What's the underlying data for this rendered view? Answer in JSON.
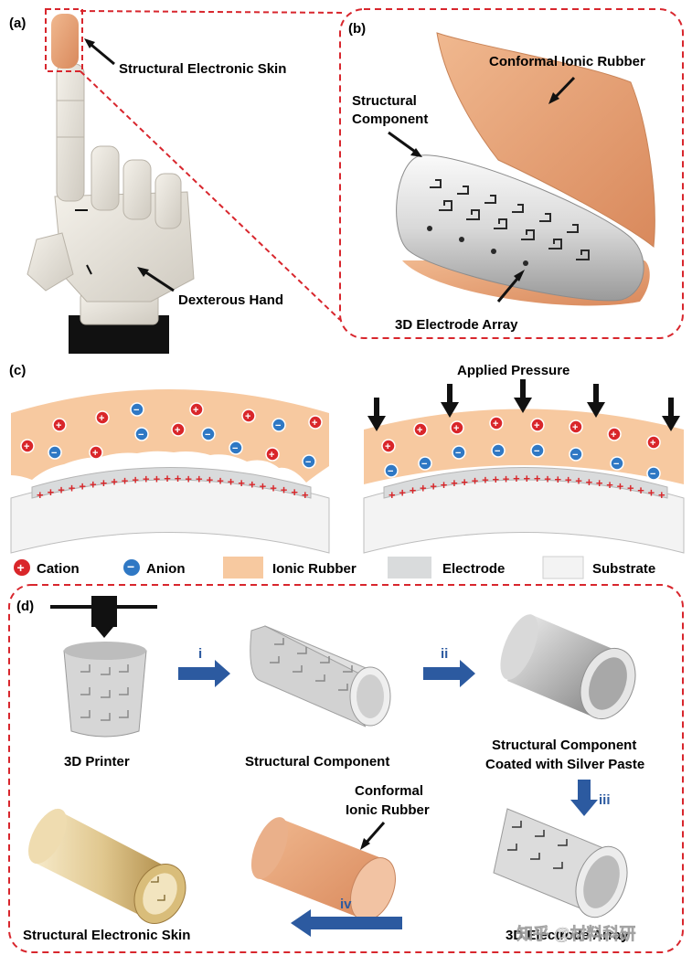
{
  "panels": {
    "a": {
      "label": "(a)",
      "callouts": [
        "Structural Electronic Skin",
        "Dexterous Hand"
      ]
    },
    "b": {
      "label": "(b)",
      "callouts": [
        "Conformal Ionic Rubber",
        "Structural",
        "Component",
        "3D Electrode Array"
      ]
    },
    "c": {
      "label": "(c)",
      "pressure_label": "Applied Pressure"
    },
    "d": {
      "label": "(d)",
      "steps": [
        "3D Printer",
        "Structural Component",
        "Structural Component",
        "Coated with Silver Paste",
        "Conformal",
        "Ionic Rubber",
        "Structural Electronic Skin",
        "3D Electrode Array"
      ],
      "arrows": [
        "i",
        "ii",
        "iii",
        "iv"
      ]
    }
  },
  "legend": [
    "Cation",
    "Anion",
    "Ionic Rubber",
    "Electrode",
    "Substrate"
  ],
  "watermark": "知乎 @材料科研",
  "colors": {
    "ionic_rubber": "#f7c9a0",
    "electrode": "#d9dbdc",
    "substrate": "#f3f3f3",
    "cation": "#d9262a",
    "anion": "#2f78c4",
    "dash_border": "#d8262d",
    "process_arrow": "#2c5aa0",
    "skin_tone": "#e7a67d"
  }
}
